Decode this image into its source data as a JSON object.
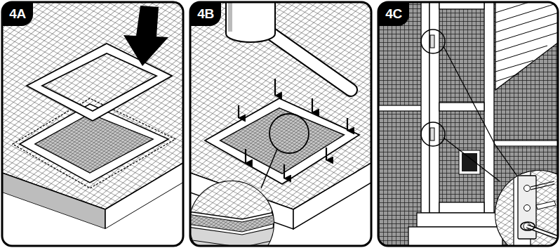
{
  "diagram": {
    "nodes": [
      {
        "text": [
          "4A"
        ]
      },
      {
        "text": [
          "4B"
        ]
      },
      {
        "text": [
          "4C"
        ]
      }
    ]
  }
}
